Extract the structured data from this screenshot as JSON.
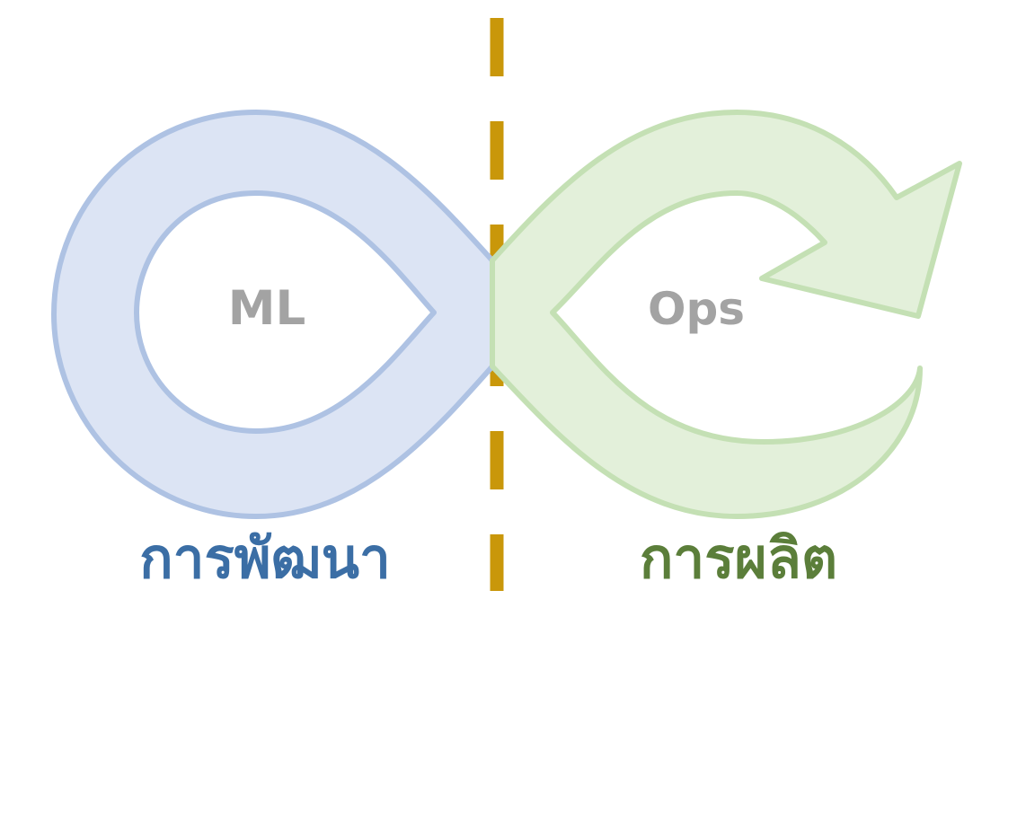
{
  "diagram": {
    "left_loop": {
      "center_label": "ML",
      "caption": "การพัฒนา",
      "fill_color": "#dce4f4",
      "stroke_color": "#aec2e3",
      "caption_color": "#3b6ea5"
    },
    "right_loop": {
      "center_label": "Ops",
      "caption": "การผลิต",
      "fill_color": "#e3f0da",
      "stroke_color": "#c4e0b4",
      "caption_color": "#5b7e3a",
      "arrow": "arrowhead-icon"
    },
    "center_label_color": "#a3a3a3",
    "divider": {
      "style": "dashed",
      "color": "#c9970a"
    }
  }
}
